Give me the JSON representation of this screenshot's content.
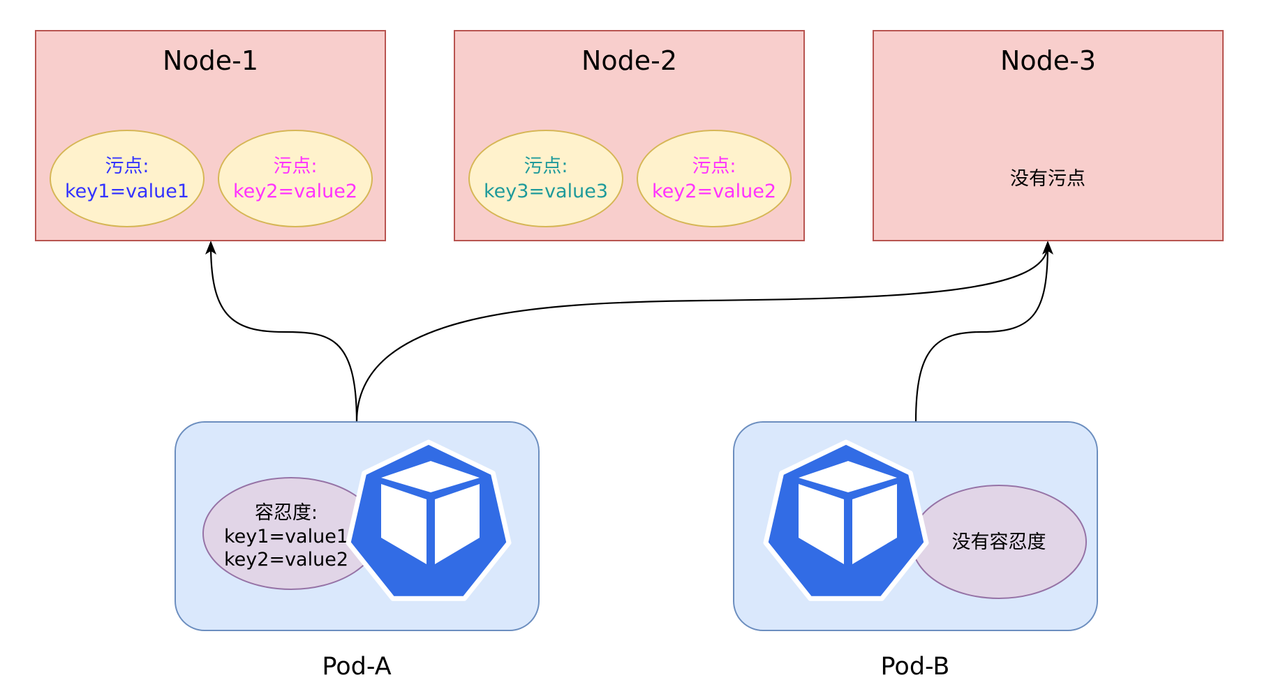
{
  "colors": {
    "node_fill": "#F8CECC",
    "node_stroke": "#B85450",
    "taint_fill": "#FFF2CC",
    "taint_stroke": "#D6B656",
    "pod_fill": "#DAE8FC",
    "pod_stroke": "#6C8EBF",
    "toleration_fill": "#E1D5E7",
    "toleration_stroke": "#9673A6",
    "k8s_blue": "#326CE5",
    "edge": "#000000",
    "taint_blue": "#3333FF",
    "taint_magenta": "#FF33FF",
    "taint_teal": "#1E9A9A"
  },
  "nodes": [
    {
      "title": "Node-1",
      "taints": [
        {
          "label": "污点:",
          "value": "key1=value1",
          "color": "#3333FF"
        },
        {
          "label": "污点:",
          "value": "key2=value2",
          "color": "#FF33FF"
        }
      ]
    },
    {
      "title": "Node-2",
      "taints": [
        {
          "label": "污点:",
          "value": "key3=value3",
          "color": "#1E9A9A"
        },
        {
          "label": "污点:",
          "value": "key2=value2",
          "color": "#FF33FF"
        }
      ]
    },
    {
      "title": "Node-3",
      "no_taint_text": "没有污点"
    }
  ],
  "pods": [
    {
      "label": "Pod-A",
      "icon": "kubernetes-pod-cube-icon",
      "toleration": {
        "label": "容忍度:",
        "lines": [
          "key1=value1",
          "key2=value2"
        ]
      }
    },
    {
      "label": "Pod-B",
      "icon": "kubernetes-pod-cube-icon",
      "toleration": {
        "text": "没有容忍度"
      }
    }
  ],
  "edges": [
    {
      "from": "Pod-A",
      "to": "Node-1"
    },
    {
      "from": "Pod-A",
      "to": "Node-3"
    },
    {
      "from": "Pod-B",
      "to": "Node-3"
    }
  ]
}
